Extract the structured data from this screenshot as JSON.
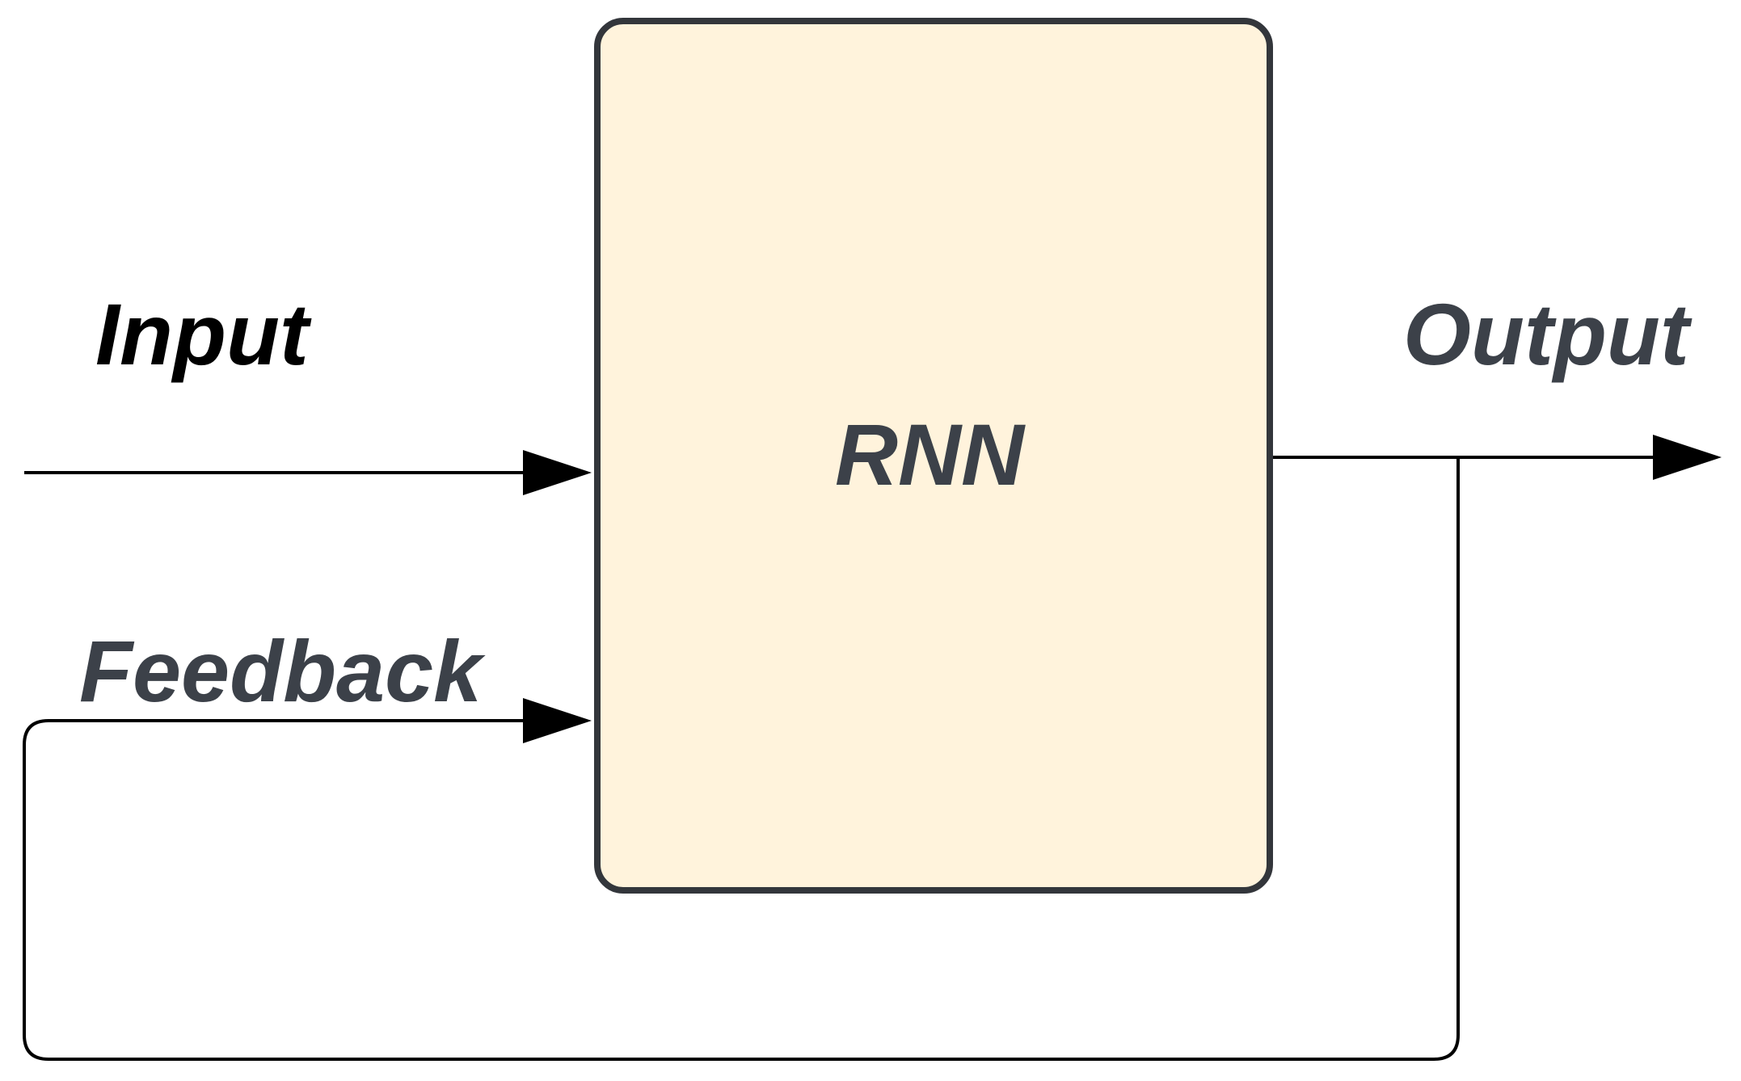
{
  "labels": {
    "input": "Input",
    "feedback": "Feedback",
    "output": "Output",
    "block": "RNN"
  },
  "colors": {
    "block_fill": "#fff3dc",
    "block_stroke": "#33363b",
    "arrow": "#000000",
    "text_dark": "#3c4149",
    "text_black": "#000000"
  }
}
